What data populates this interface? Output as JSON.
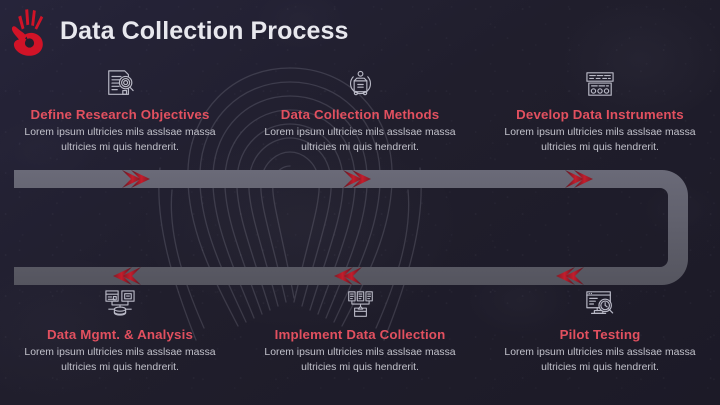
{
  "header": {
    "title": "Data Collection Process",
    "logo_name": "red-handprint-logo"
  },
  "theme": {
    "background": "#221f2e",
    "title_color": "#e8e8ee",
    "heading_color": "#e2505f",
    "body_color": "#c2c2cb",
    "ribbon_color": "#5d5d6b",
    "chevron_color_bright": "#d7202f",
    "chevron_color_dark": "#5e1622",
    "logo_color": "#d11327",
    "icon_color": "#b9b9c6"
  },
  "steps_top": [
    {
      "id": "define-research-objectives",
      "title": "Define  Research Objectives",
      "desc": "Lorem ipsum ultricies mils asslsae massa ultricies mi quis hendrerit.",
      "icon": "document-magnifier-icon"
    },
    {
      "id": "data-collection-methods",
      "title": "Data Collection  Methods",
      "desc": "Lorem ipsum ultricies mils asslsae massa ultricies mi quis hendrerit.",
      "icon": "circular-data-folder-icon"
    },
    {
      "id": "develop-data-instruments",
      "title": "Develop  Data  Instruments",
      "desc": "Lorem ipsum ultricies mils asslsae massa ultricies mi quis hendrerit.",
      "icon": "server-rack-icon"
    }
  ],
  "steps_bottom": [
    {
      "id": "data-mgmt-analysis",
      "title": "Data  Mgmt. & Analysis",
      "desc": "Lorem ipsum ultricies mils asslsae massa ultricies mi quis hendrerit.",
      "icon": "database-network-icon"
    },
    {
      "id": "implement-data-collection",
      "title": "Implement  Data Collection",
      "desc": "Lorem ipsum ultricies mils asslsae massa ultricies mi quis hendrerit.",
      "icon": "hierarchy-collection-icon"
    },
    {
      "id": "pilot-testing",
      "title": "Pilot Testing",
      "desc": "Lorem ipsum ultricies mils asslsae massa ultricies mi quis hendrerit.",
      "icon": "monitor-magnifier-icon"
    }
  ],
  "ribbon": {
    "top_band_label": "forward-flow-band",
    "bottom_band_label": "return-flow-band",
    "chevron_count_top": 3,
    "chevron_count_bottom": 3
  }
}
